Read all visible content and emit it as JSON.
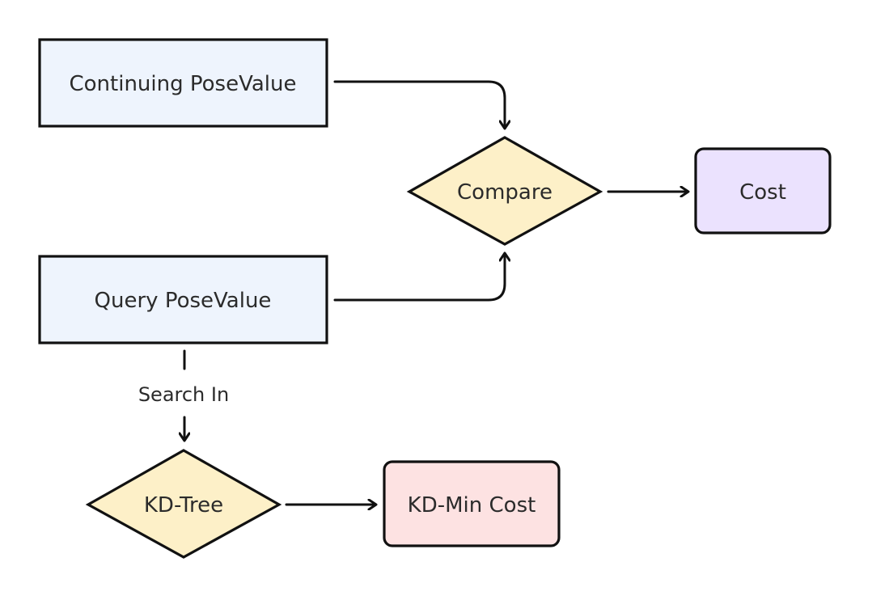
{
  "nodes": {
    "continuing_posevalue": {
      "label": "Continuing PoseValue"
    },
    "query_posevalue": {
      "label": "Query PoseValue"
    },
    "compare": {
      "label": "Compare"
    },
    "cost": {
      "label": "Cost"
    },
    "kd_tree": {
      "label": "KD-Tree"
    },
    "kd_min_cost": {
      "label": "KD-Min Cost"
    }
  },
  "edges": {
    "search_in": {
      "label": "Search In"
    }
  },
  "colors": {
    "process_fill": "#eef4fd",
    "decision_fill": "#fdf0c8",
    "cost_fill": "#ebe2fe",
    "kd_min_cost_fill": "#fde2e2",
    "stroke": "#111111",
    "text": "#2b2b2b"
  }
}
